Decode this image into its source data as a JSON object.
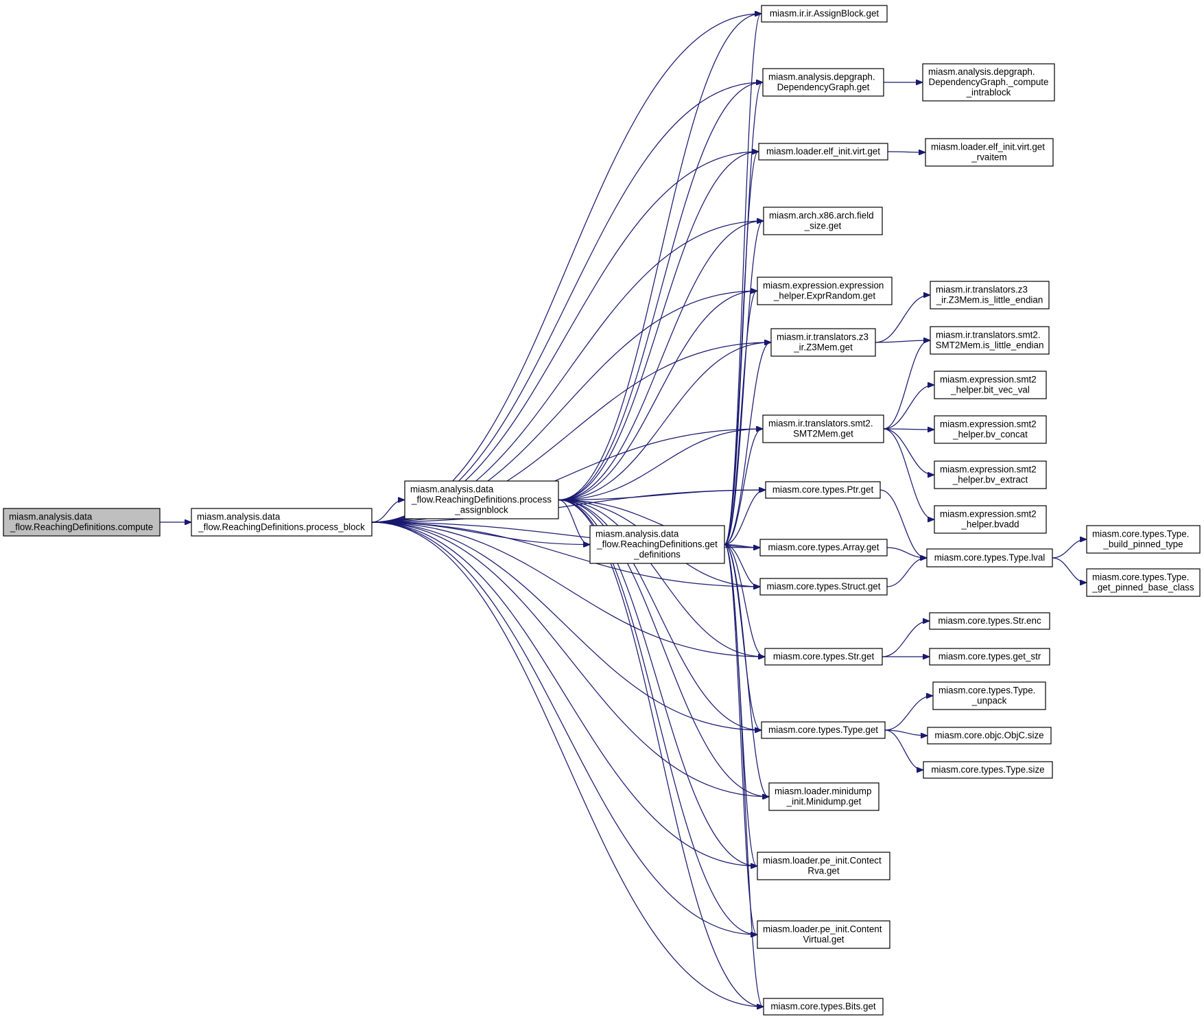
{
  "nodes": [
    {
      "id": "compute",
      "lines": [
        "miasm.analysis.data",
        "_flow.ReachingDefinitions.compute"
      ],
      "root": true
    },
    {
      "id": "process_block",
      "lines": [
        "miasm.analysis.data",
        "_flow.ReachingDefinitions.process_block"
      ]
    },
    {
      "id": "process_assignblock",
      "lines": [
        "miasm.analysis.data",
        "_flow.ReachingDefinitions.process",
        "_assignblock"
      ]
    },
    {
      "id": "get_definitions",
      "lines": [
        "miasm.analysis.data",
        "_flow.ReachingDefinitions.get",
        "_definitions"
      ]
    },
    {
      "id": "assignblock_get",
      "lines": [
        "miasm.ir.ir.AssignBlock.get"
      ]
    },
    {
      "id": "depgraph_get",
      "lines": [
        "miasm.analysis.depgraph.",
        "DependencyGraph.get"
      ]
    },
    {
      "id": "compute_intrablock",
      "lines": [
        "miasm.analysis.depgraph.",
        "DependencyGraph._compute",
        "_intrablock"
      ]
    },
    {
      "id": "elf_virt_get",
      "lines": [
        "miasm.loader.elf_init.virt.get"
      ]
    },
    {
      "id": "elf_get_rvaitem",
      "lines": [
        "miasm.loader.elf_init.virt.get",
        "_rvaitem"
      ]
    },
    {
      "id": "x86_field_size_get",
      "lines": [
        "miasm.arch.x86.arch.field",
        "_size.get"
      ]
    },
    {
      "id": "exprrandom_get",
      "lines": [
        "miasm.expression.expression",
        "_helper.ExprRandom.get"
      ]
    },
    {
      "id": "z3mem_get",
      "lines": [
        "miasm.ir.translators.z3",
        "_ir.Z3Mem.get"
      ]
    },
    {
      "id": "z3mem_little_endian",
      "lines": [
        "miasm.ir.translators.z3",
        "_ir.Z3Mem.is_little_endian"
      ]
    },
    {
      "id": "smt2mem_little_endian",
      "lines": [
        "miasm.ir.translators.smt2.",
        "SMT2Mem.is_little_endian"
      ]
    },
    {
      "id": "smt2mem_get",
      "lines": [
        "miasm.ir.translators.smt2.",
        "SMT2Mem.get"
      ]
    },
    {
      "id": "bit_vec_val",
      "lines": [
        "miasm.expression.smt2",
        "_helper.bit_vec_val"
      ]
    },
    {
      "id": "bv_concat",
      "lines": [
        "miasm.expression.smt2",
        "_helper.bv_concat"
      ]
    },
    {
      "id": "bv_extract",
      "lines": [
        "miasm.expression.smt2",
        "_helper.bv_extract"
      ]
    },
    {
      "id": "bvadd",
      "lines": [
        "miasm.expression.smt2",
        "_helper.bvadd"
      ]
    },
    {
      "id": "ptr_get",
      "lines": [
        "miasm.core.types.Ptr.get"
      ]
    },
    {
      "id": "array_get",
      "lines": [
        "miasm.core.types.Array.get"
      ]
    },
    {
      "id": "struct_get",
      "lines": [
        "miasm.core.types.Struct.get"
      ]
    },
    {
      "id": "type_lval",
      "lines": [
        "miasm.core.types.Type.lval"
      ]
    },
    {
      "id": "build_pinned_type",
      "lines": [
        "miasm.core.types.Type.",
        "_build_pinned_type"
      ]
    },
    {
      "id": "get_pinned_base_class",
      "lines": [
        "miasm.core.types.Type.",
        "_get_pinned_base_class"
      ]
    },
    {
      "id": "str_enc",
      "lines": [
        "miasm.core.types.Str.enc"
      ]
    },
    {
      "id": "str_get",
      "lines": [
        "miasm.core.types.Str.get"
      ]
    },
    {
      "id": "get_str",
      "lines": [
        "miasm.core.types.get_str"
      ]
    },
    {
      "id": "type_unpack",
      "lines": [
        "miasm.core.types.Type.",
        "_unpack"
      ]
    },
    {
      "id": "type_get",
      "lines": [
        "miasm.core.types.Type.get"
      ]
    },
    {
      "id": "objc_size",
      "lines": [
        "miasm.core.objc.ObjC.size"
      ]
    },
    {
      "id": "type_size",
      "lines": [
        "miasm.core.types.Type.size"
      ]
    },
    {
      "id": "minidump_get",
      "lines": [
        "miasm.loader.minidump",
        "_init.Minidump.get"
      ]
    },
    {
      "id": "contect_rva_get",
      "lines": [
        "miasm.loader.pe_init.Contect",
        "Rva.get"
      ]
    },
    {
      "id": "content_virtual_get",
      "lines": [
        "miasm.loader.pe_init.Content",
        "Virtual.get"
      ]
    },
    {
      "id": "bits_get",
      "lines": [
        "miasm.core.types.Bits.get"
      ]
    }
  ],
  "edges": [
    [
      "compute",
      "process_block"
    ],
    [
      "process_block",
      "process_assignblock"
    ],
    [
      "process_block",
      "get_definitions"
    ],
    [
      "process_block",
      "assignblock_get"
    ],
    [
      "process_block",
      "depgraph_get"
    ],
    [
      "process_block",
      "elf_virt_get"
    ],
    [
      "process_block",
      "x86_field_size_get"
    ],
    [
      "process_block",
      "exprrandom_get"
    ],
    [
      "process_block",
      "z3mem_get"
    ],
    [
      "process_block",
      "smt2mem_get"
    ],
    [
      "process_block",
      "ptr_get"
    ],
    [
      "process_block",
      "array_get"
    ],
    [
      "process_block",
      "struct_get"
    ],
    [
      "process_block",
      "str_get"
    ],
    [
      "process_block",
      "type_get"
    ],
    [
      "process_block",
      "minidump_get"
    ],
    [
      "process_block",
      "contect_rva_get"
    ],
    [
      "process_block",
      "content_virtual_get"
    ],
    [
      "process_block",
      "bits_get"
    ],
    [
      "process_assignblock",
      "get_definitions"
    ],
    [
      "process_assignblock",
      "assignblock_get"
    ],
    [
      "process_assignblock",
      "depgraph_get"
    ],
    [
      "process_assignblock",
      "elf_virt_get"
    ],
    [
      "process_assignblock",
      "x86_field_size_get"
    ],
    [
      "process_assignblock",
      "exprrandom_get"
    ],
    [
      "process_assignblock",
      "z3mem_get"
    ],
    [
      "process_assignblock",
      "smt2mem_get"
    ],
    [
      "process_assignblock",
      "ptr_get"
    ],
    [
      "process_assignblock",
      "array_get"
    ],
    [
      "process_assignblock",
      "struct_get"
    ],
    [
      "process_assignblock",
      "str_get"
    ],
    [
      "process_assignblock",
      "type_get"
    ],
    [
      "process_assignblock",
      "minidump_get"
    ],
    [
      "process_assignblock",
      "contect_rva_get"
    ],
    [
      "process_assignblock",
      "content_virtual_get"
    ],
    [
      "process_assignblock",
      "bits_get"
    ],
    [
      "get_definitions",
      "assignblock_get"
    ],
    [
      "get_definitions",
      "depgraph_get"
    ],
    [
      "get_definitions",
      "elf_virt_get"
    ],
    [
      "get_definitions",
      "x86_field_size_get"
    ],
    [
      "get_definitions",
      "exprrandom_get"
    ],
    [
      "get_definitions",
      "z3mem_get"
    ],
    [
      "get_definitions",
      "smt2mem_get"
    ],
    [
      "get_definitions",
      "ptr_get"
    ],
    [
      "get_definitions",
      "array_get"
    ],
    [
      "get_definitions",
      "struct_get"
    ],
    [
      "get_definitions",
      "str_get"
    ],
    [
      "get_definitions",
      "type_get"
    ],
    [
      "get_definitions",
      "minidump_get"
    ],
    [
      "get_definitions",
      "contect_rva_get"
    ],
    [
      "get_definitions",
      "content_virtual_get"
    ],
    [
      "get_definitions",
      "bits_get"
    ],
    [
      "depgraph_get",
      "compute_intrablock"
    ],
    [
      "elf_virt_get",
      "elf_get_rvaitem"
    ],
    [
      "z3mem_get",
      "z3mem_little_endian"
    ],
    [
      "z3mem_get",
      "smt2mem_little_endian"
    ],
    [
      "smt2mem_get",
      "smt2mem_little_endian"
    ],
    [
      "smt2mem_get",
      "bit_vec_val"
    ],
    [
      "smt2mem_get",
      "bv_concat"
    ],
    [
      "smt2mem_get",
      "bv_extract"
    ],
    [
      "smt2mem_get",
      "bvadd"
    ],
    [
      "ptr_get",
      "type_lval"
    ],
    [
      "array_get",
      "type_lval"
    ],
    [
      "struct_get",
      "type_lval"
    ],
    [
      "type_lval",
      "build_pinned_type"
    ],
    [
      "type_lval",
      "get_pinned_base_class"
    ],
    [
      "str_get",
      "str_enc"
    ],
    [
      "str_get",
      "get_str"
    ],
    [
      "type_get",
      "type_unpack"
    ],
    [
      "type_get",
      "objc_size"
    ],
    [
      "type_get",
      "type_size"
    ]
  ],
  "colors": {
    "edge": "#191970",
    "root_fill": "#bfbfbf",
    "node_fill": "#ffffff",
    "border": "#000000"
  }
}
